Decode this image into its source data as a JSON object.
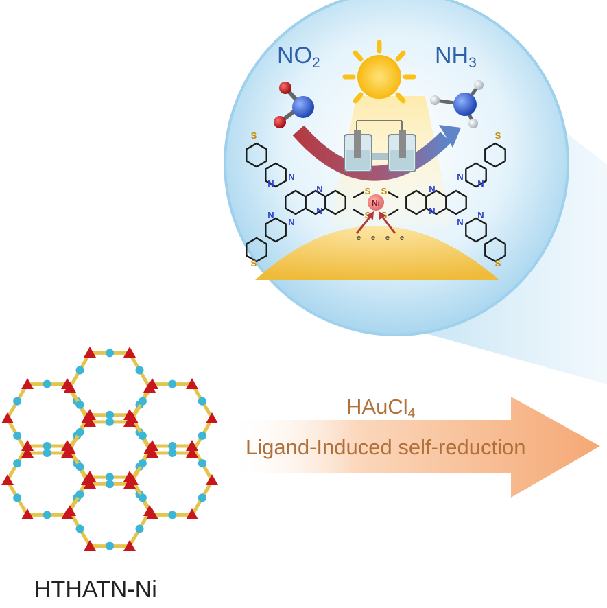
{
  "labels": {
    "reactant": {
      "main": "NO",
      "sub": "2"
    },
    "product": {
      "main": "NH",
      "sub": "3"
    },
    "reagent": {
      "main": "HAuCl",
      "sub": "4"
    },
    "process": "Ligand-Induced self-reduction",
    "framework": "HTHATN-Ni",
    "metal_center": "Ni",
    "sulfur": "S",
    "nitrogen": "N",
    "electron": "e"
  },
  "colors": {
    "bubble": "#cfe9f7",
    "bubble_edge": "#9fd0ec",
    "sun": "#f9c21b",
    "arrow_red": "#b6484d",
    "arrow_blue": "#5f84c8",
    "nitrogen_atom": "#2c59c9",
    "oxygen_atom": "#c2161d",
    "framework_node": "#c8161d",
    "framework_linker": "#3cb6d6",
    "linker_yellow": "#e3c44f",
    "process_arrow": "#f7b886",
    "gold_surface": "#f3c64e"
  }
}
